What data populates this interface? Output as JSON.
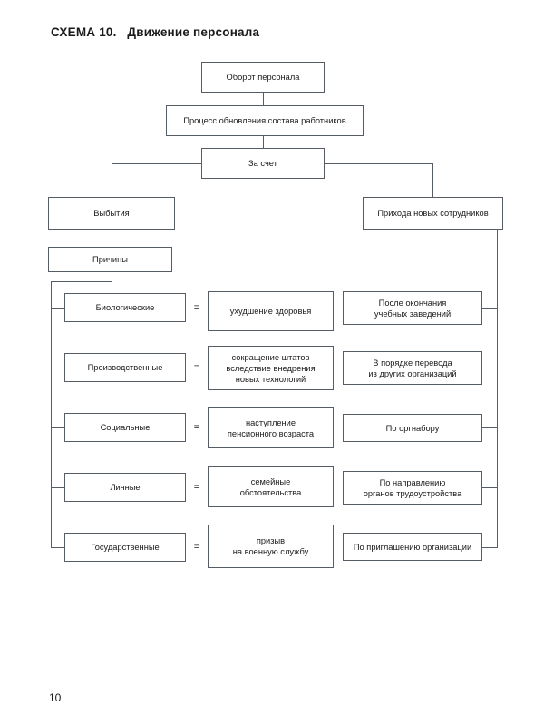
{
  "document": {
    "title": "СХЕМА 10.   Движение персонала",
    "page_number": "10",
    "equals_sign": "="
  },
  "diagram": {
    "type": "flowchart",
    "root_chain": [
      {
        "id": "oborot",
        "label": "Оборот персонала"
      },
      {
        "id": "process",
        "label": "Процесс обновления состава работников"
      },
      {
        "id": "za-schet",
        "label": "За счет"
      }
    ],
    "branches": [
      {
        "id": "vybytiya",
        "label": "Выбытия"
      },
      {
        "id": "prihoda",
        "label": "Прихода новых сотрудников"
      }
    ],
    "left_branch_header": {
      "id": "prichiny",
      "label": "Причины"
    },
    "reasons": [
      {
        "id": "biologicheskie",
        "label": "Биологические",
        "effect": "ухудшение здоровья"
      },
      {
        "id": "proizvodstvennye",
        "label": "Производственные",
        "effect": "сокращение штатов\nвследствие внедрения\nновых технологий"
      },
      {
        "id": "socialnye",
        "label": "Социальные",
        "effect": "наступление\nпенсионного возраста"
      },
      {
        "id": "lichnye",
        "label": "Личные",
        "effect": "семейные\nобстоятельства"
      },
      {
        "id": "gosudarstvennye",
        "label": "Государственные",
        "effect": "призыв\nна военную службу"
      }
    ],
    "arrivals": [
      {
        "id": "posle-okonchaniya",
        "label": "После окончания\nучебных заведений"
      },
      {
        "id": "v-poryadke-perevoda",
        "label": "В порядке перевода\nиз других организаций"
      },
      {
        "id": "po-orgnaboru",
        "label": "По оргнабору"
      },
      {
        "id": "po-napravleniyu",
        "label": "По направлению\nорганов трудоустройства"
      },
      {
        "id": "po-priglasheniyu",
        "label": "По приглашению организации"
      }
    ]
  },
  "colors": {
    "stroke": "#555c63",
    "text": "#1a1a1a",
    "background": "#ffffff"
  }
}
